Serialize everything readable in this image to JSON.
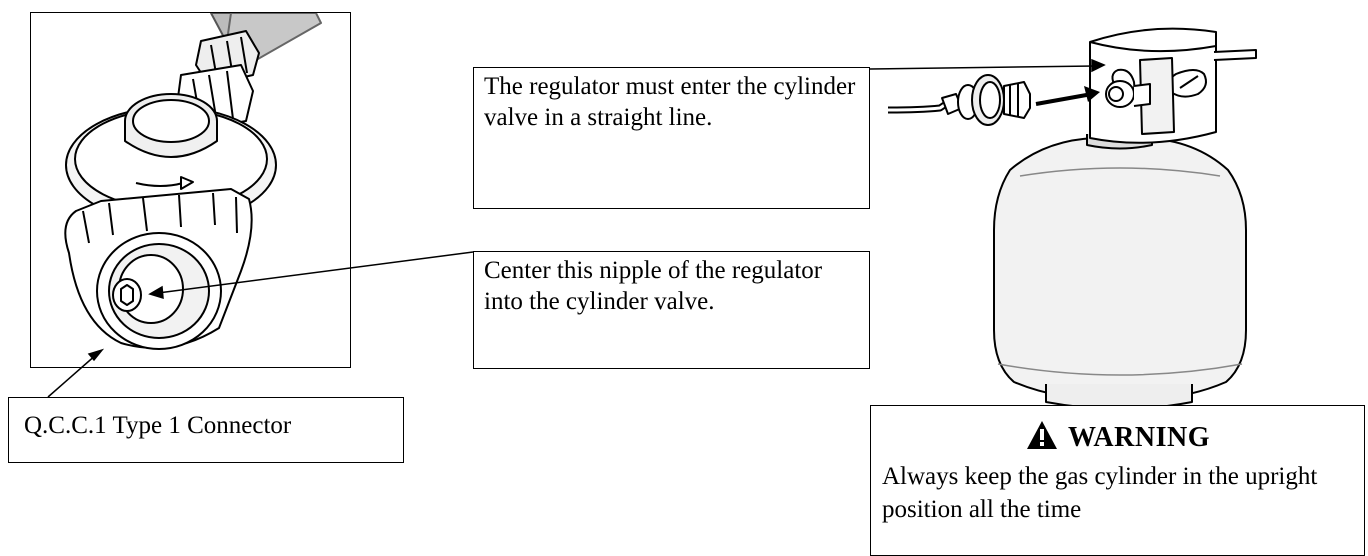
{
  "callouts": {
    "regulator_alignment": "The regulator must enter the cylinder valve in a straight line.",
    "nipple_center": "Center this nipple of the regulator into the cylinder valve.",
    "connector_type": "Q.C.C.1 Type 1 Connector"
  },
  "warning": {
    "heading": "WARNING",
    "icon": "warning-triangle-icon",
    "message": "Always keep the gas cylinder in the upright position all the time"
  },
  "illustrations": {
    "left": "regulator-closeup",
    "right": "propane-cylinder-with-regulator"
  }
}
